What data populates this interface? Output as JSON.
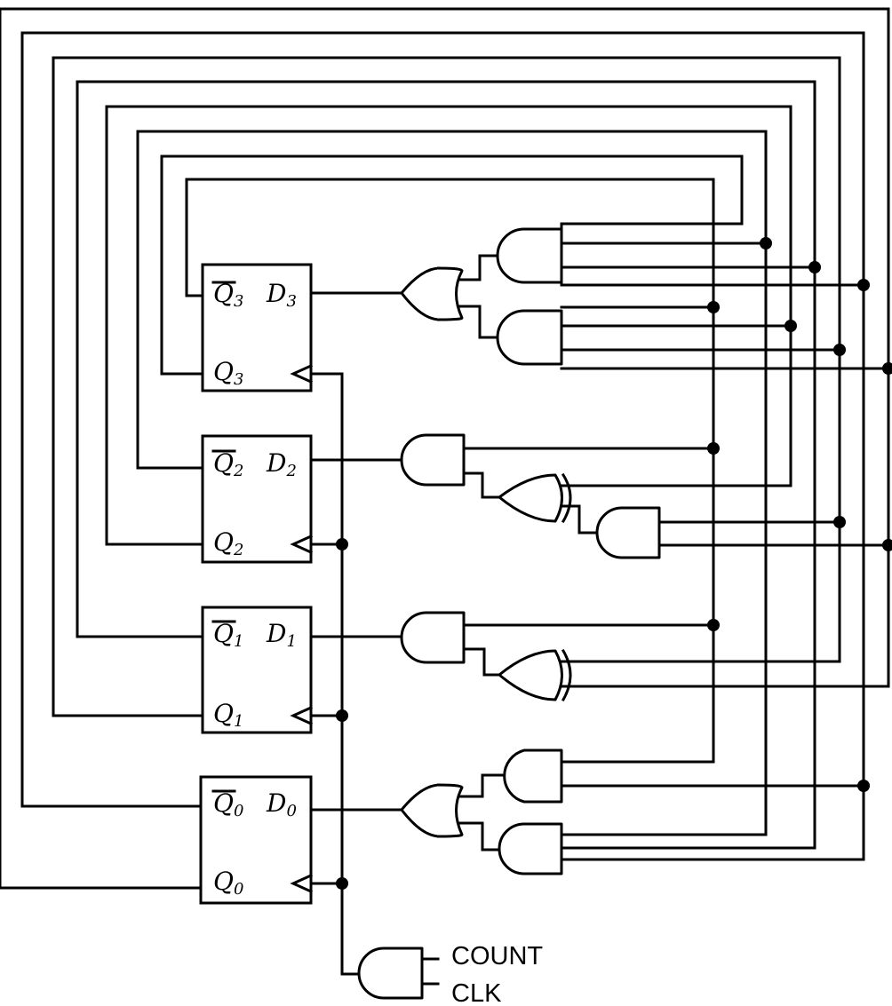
{
  "flipflops": [
    {
      "qbar": "Q",
      "q": "Q",
      "d": "D",
      "index": "3"
    },
    {
      "qbar": "Q",
      "q": "Q",
      "d": "D",
      "index": "2"
    },
    {
      "qbar": "Q",
      "q": "Q",
      "d": "D",
      "index": "1"
    },
    {
      "qbar": "Q",
      "q": "Q",
      "d": "D",
      "index": "0"
    }
  ],
  "inputs": {
    "count": "COUNT",
    "clk": "CLK"
  }
}
